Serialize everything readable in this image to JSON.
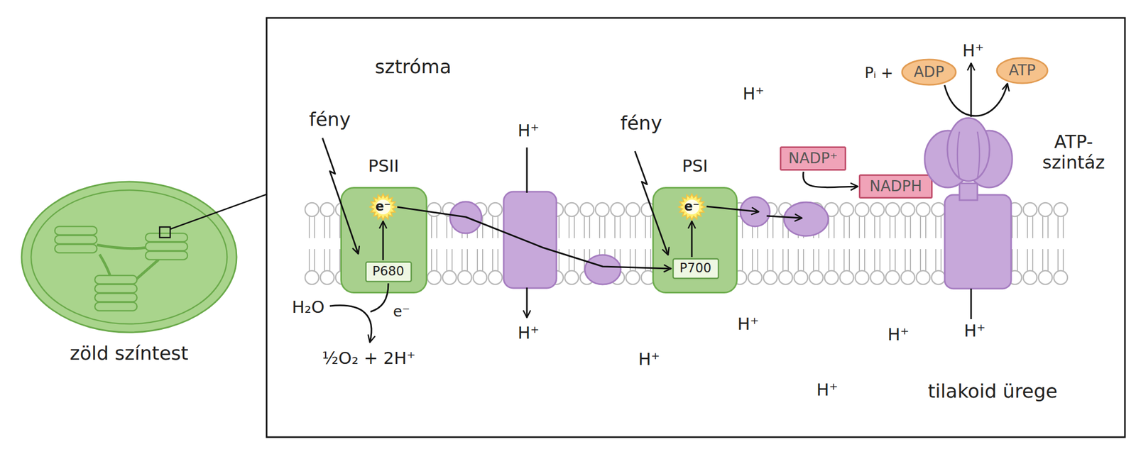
{
  "diagram": {
    "nodes": [
      {
        "text": [
          "zöld színtest"
        ]
      },
      {
        "text": [
          "PSII"
        ]
      },
      {
        "text": [
          "e⁻"
        ],
        "in": 1
      },
      {
        "text": [
          "P680"
        ],
        "in": 1
      },
      {
        "text": [
          "PSI"
        ]
      },
      {
        "text": [
          "e⁻"
        ],
        "in": 4
      },
      {
        "text": [
          "P700"
        ],
        "in": 4
      },
      {
        "text": [
          "NADP⁺"
        ]
      },
      {
        "text": [
          "NADPH"
        ]
      },
      {
        "text": [
          "ADP"
        ]
      },
      {
        "text": [
          "ATP"
        ]
      },
      {
        "text": [
          "ATP-szintáz"
        ]
      }
    ],
    "edges": [
      {
        "from": 3,
        "to": 2,
        "arrow": "to"
      },
      {
        "from": 2,
        "to": 6,
        "arrow": "to"
      },
      {
        "from": 6,
        "to": 5,
        "arrow": "to"
      },
      {
        "from": 7,
        "to": 8,
        "arrow": "to"
      },
      {
        "from": 9,
        "to": 10,
        "arrow": "to"
      }
    ],
    "labels": [
      "sztróma",
      "fény",
      "H⁺",
      "fény",
      "H⁺",
      "Pᵢ +",
      "H⁺",
      "H₂O",
      "e⁻",
      "H⁺",
      "H⁺",
      "H⁺",
      "H⁺",
      "½O₂ + 2H⁺",
      "H⁺",
      "H⁺",
      "tilakoid ürege"
    ]
  }
}
